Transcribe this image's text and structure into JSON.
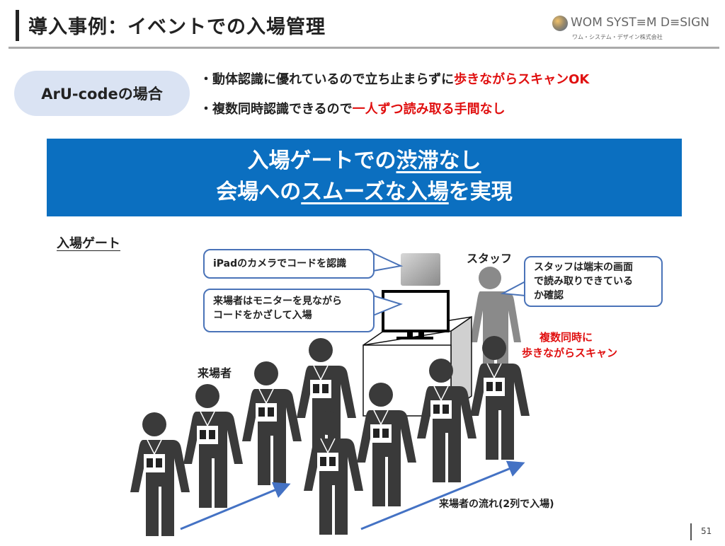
{
  "header": {
    "title": "導入事例：イベントでの入場管理",
    "logo_name": "WOM SYST≡M D≡SIGN",
    "logo_sub": "ワム・システム・デザイン株式会社"
  },
  "case_label": "ArU-codeの場合",
  "bullets": [
    {
      "text": "・動体認識に優れているので立ち止まらずに",
      "highlight": "歩きながらスキャンOK"
    },
    {
      "text": "・複数同時認識できるので",
      "highlight": "一人ずつ読み取る手間なし"
    }
  ],
  "banner": {
    "line1_a": "入場ゲートでの",
    "line1_b": "渋滞なし",
    "line2_a": "会場への",
    "line2_b": "スムーズな入場",
    "line2_c": "を実現"
  },
  "diagram": {
    "gate_label": "入場ゲート",
    "callout_ipad": "iPadのカメラでコードを認識",
    "callout_monitor_1": "来場者はモニターを見ながら",
    "callout_monitor_2": "コードをかざして入場",
    "staff_label": "スタッフ",
    "callout_staff_1": "スタッフは端末の画面",
    "callout_staff_2": "で読み取りできている",
    "callout_staff_3": "か確認",
    "red_note_1": "複数同時に",
    "red_note_2": "歩きながらスキャン",
    "visitors_label": "来場者",
    "flow_label": "来場者の流れ(2列で入場)"
  },
  "page_number": "51",
  "colors": {
    "accent": "#0b6fc0",
    "highlight": "#e01010",
    "pill": "#dae3f3",
    "callout_border": "#4a73b8",
    "person": "#3a3a3a",
    "staff": "#8a8a8a"
  }
}
